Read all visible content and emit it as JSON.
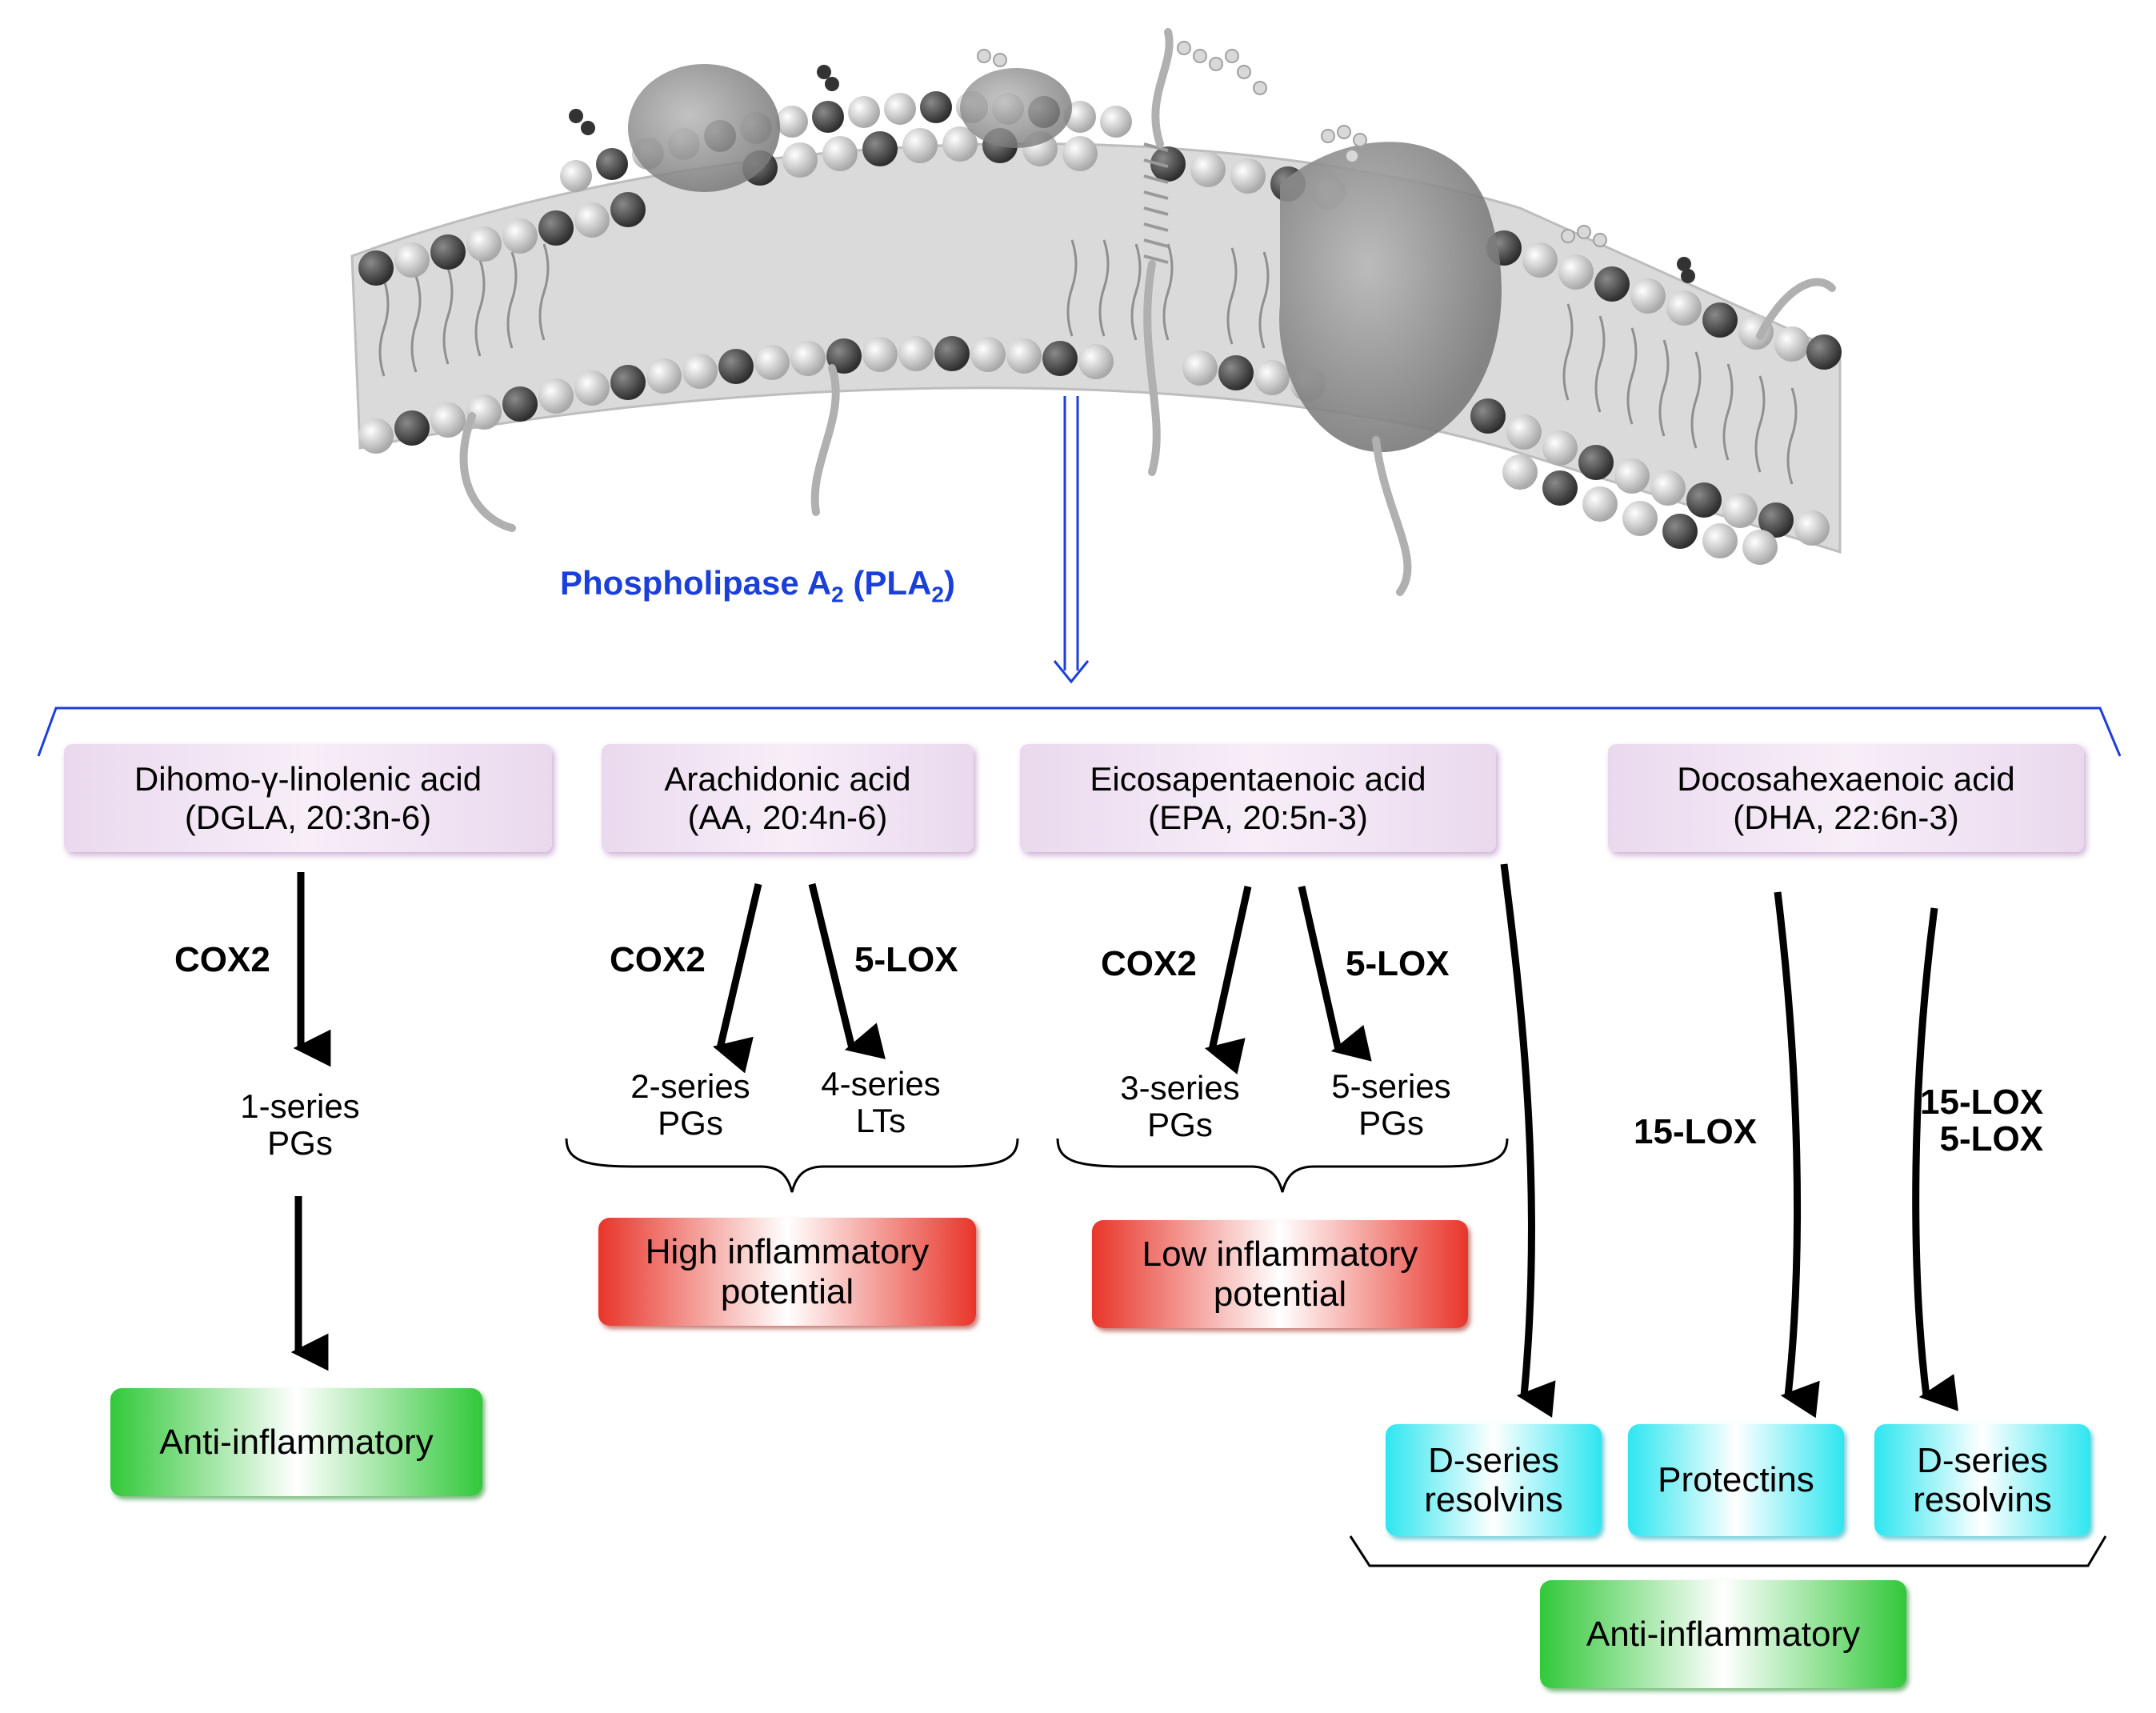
{
  "enzyme": {
    "name": "Phospholipase A",
    "subscript": "2",
    "abbr_open": " (PLA",
    "abbr_close": ")"
  },
  "colors": {
    "accent_blue": "#1b3fd9",
    "precursor_box": "#ead9ee",
    "high_inflammatory": "#e8352a",
    "anti_inflammatory": "#32c83a",
    "resolvins": "#2ee6f0"
  },
  "fatty_acids": [
    {
      "name": "Dihomo-γ-linolenic acid",
      "detail": "(DGLA, 20:3n-6)"
    },
    {
      "name": "Arachidonic acid",
      "detail": "(AA, 20:4n-6)"
    },
    {
      "name": "Eicosapentaenoic acid",
      "detail": "(EPA, 20:5n-3)"
    },
    {
      "name": "Docosahexaenoic acid",
      "detail": "(DHA, 22:6n-3)"
    }
  ],
  "enzymes": {
    "dgla_cox2": "COX2",
    "aa_cox2": "COX2",
    "aa_5lox": "5-LOX",
    "epa_cox2": "COX2",
    "epa_5lox": "5-LOX",
    "dha_15lox": "15-LOX",
    "dha_15lox_b": "15-LOX",
    "dha_5lox_b": "5-LOX"
  },
  "products": {
    "pg1": {
      "line1": "1-series",
      "line2": "PGs"
    },
    "pg2": {
      "line1": "2-series",
      "line2": "PGs"
    },
    "lt4": {
      "line1": "4-series",
      "line2": "LTs"
    },
    "pg3": {
      "line1": "3-series",
      "line2": "PGs"
    },
    "pg5": {
      "line1": "5-series",
      "line2": "PGs"
    }
  },
  "outcomes": {
    "high": {
      "line1": "High inflammatory",
      "line2": "potential"
    },
    "low": {
      "line1": "Low inflammatory",
      "line2": "potential"
    },
    "anti_left": "Anti-inflammatory",
    "anti_right": "Anti-inflammatory",
    "resolvins_a": {
      "line1": "D-series",
      "line2": "resolvins"
    },
    "protectins": "Protectins",
    "resolvins_b": {
      "line1": "D-series",
      "line2": "resolvins"
    }
  }
}
